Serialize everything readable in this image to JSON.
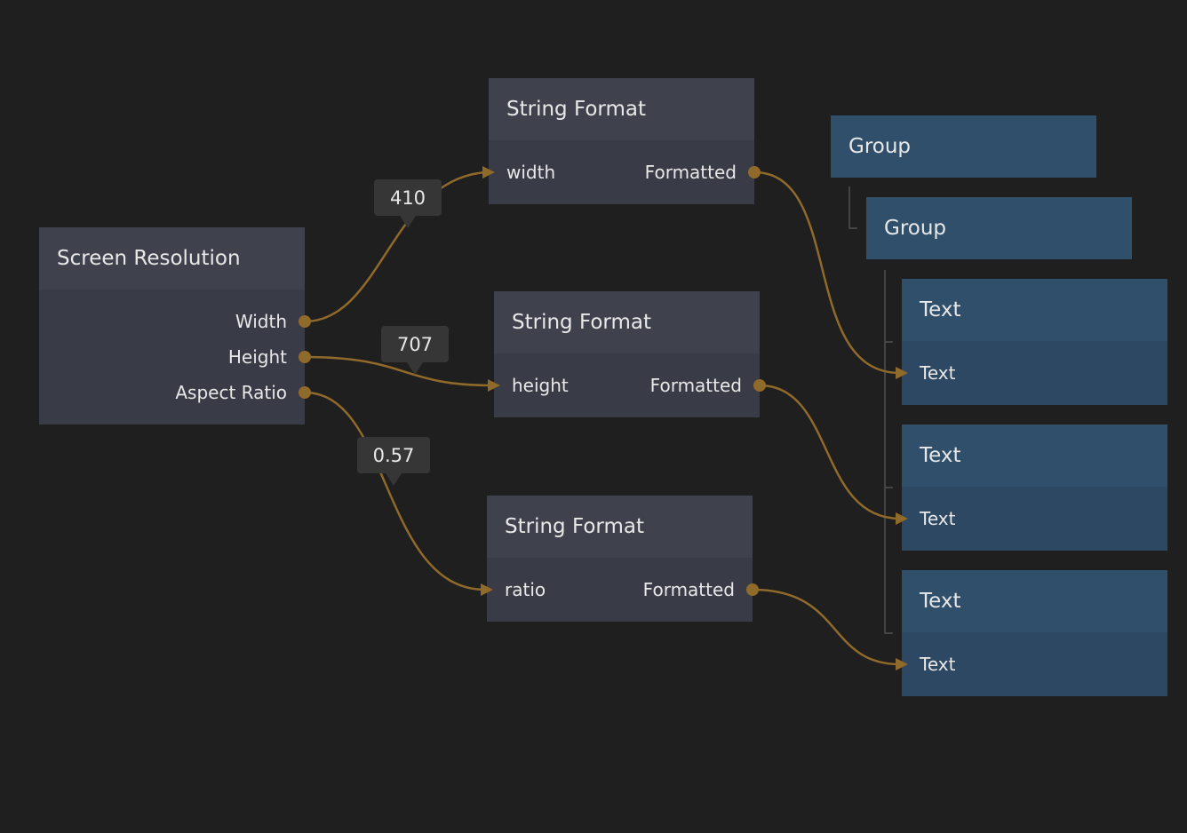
{
  "nodes": {
    "screen_resolution": {
      "title": "Screen Resolution",
      "outputs": [
        "Width",
        "Height",
        "Aspect Ratio"
      ]
    },
    "string_format_1": {
      "title": "String Format",
      "input": "width",
      "output": "Formatted"
    },
    "string_format_2": {
      "title": "String Format",
      "input": "height",
      "output": "Formatted"
    },
    "string_format_3": {
      "title": "String Format",
      "input": "ratio",
      "output": "Formatted"
    },
    "group_1": {
      "title": "Group"
    },
    "group_2": {
      "title": "Group"
    },
    "text_1": {
      "title": "Text",
      "input": "Text"
    },
    "text_2": {
      "title": "Text",
      "input": "Text"
    },
    "text_3": {
      "title": "Text",
      "input": "Text"
    }
  },
  "values": {
    "width": "410",
    "height": "707",
    "ratio": "0.57"
  },
  "colors": {
    "background": "#1f1f1f",
    "wire": "#8f6a2a",
    "node_gray": "#3f424d",
    "node_blue": "#2f4f6b"
  }
}
